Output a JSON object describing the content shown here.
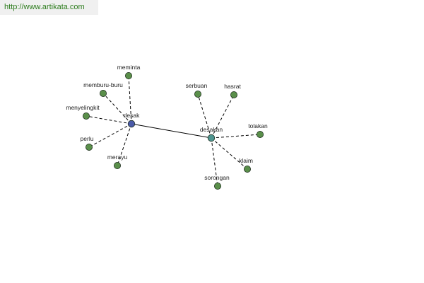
{
  "watermark": {
    "url": "http://www.artikata.com"
  },
  "colors": {
    "url_text": "#2e7d1e",
    "url_bg": "#f0f0f0",
    "synonym_node": "#5a8f4a",
    "center_desak": "#4b5aa8",
    "center_desakan": "#4e9590",
    "node_outline": "#1f2f1f",
    "edge": "#000000"
  },
  "graph": {
    "centers": [
      {
        "id": "desak",
        "label": "desak",
        "color": "center_desak"
      },
      {
        "id": "desakan",
        "label": "desakan",
        "color": "center_desakan"
      }
    ],
    "center_link": {
      "from": "desak",
      "to": "desakan",
      "style": "solid"
    },
    "synonyms": [
      {
        "label": "meminta",
        "parent": "desak"
      },
      {
        "label": "memburu-buru",
        "parent": "desak"
      },
      {
        "label": "menyelingkit",
        "parent": "desak"
      },
      {
        "label": "perlu",
        "parent": "desak"
      },
      {
        "label": "merayu",
        "parent": "desak"
      },
      {
        "label": "serbuan",
        "parent": "desakan"
      },
      {
        "label": "hasrat",
        "parent": "desakan"
      },
      {
        "label": "tolakan",
        "parent": "desakan"
      },
      {
        "label": "klaim",
        "parent": "desakan"
      },
      {
        "label": "sorongan",
        "parent": "desakan"
      }
    ]
  }
}
